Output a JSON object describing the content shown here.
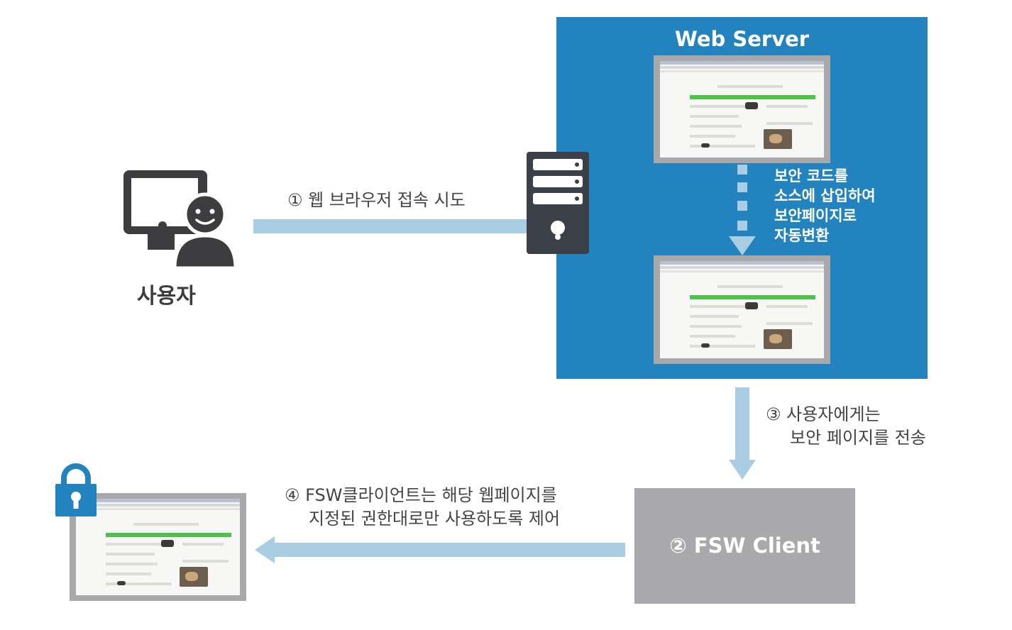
{
  "user": {
    "label": "사용자"
  },
  "web_server": {
    "title": "Web Server",
    "note_lines": [
      "보안 코드를",
      "소스에 삽입하여",
      "보안페이지로",
      "자동변환"
    ]
  },
  "steps": {
    "step1": "① 웹 브라우저 접속 시도",
    "step3_lines": [
      "③ 사용자에게는",
      "보안 페이지를 전송"
    ],
    "step4_lines": [
      "④ FSW클라이언트는 해당 웹페이지를",
      "지정된 권한대로만 사용하도록 제어"
    ]
  },
  "fsw_client": {
    "label": "② FSW Client"
  },
  "icons": {
    "user": "monitor-user-icon",
    "server": "server-rack-icon",
    "lock": "padlock-icon"
  },
  "colors": {
    "server_panel": "#2383bf",
    "arrow": "#a9cde2",
    "client_box": "#a9a9ac",
    "icon_dark": "#3b3f48"
  }
}
